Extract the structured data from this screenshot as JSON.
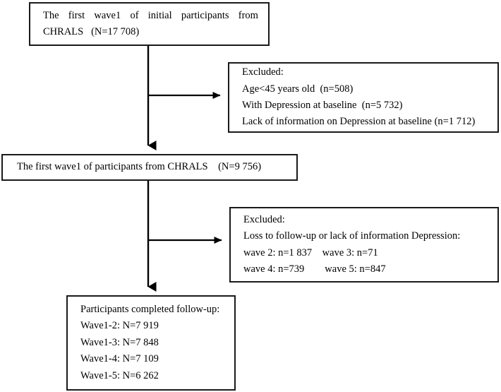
{
  "diagram": {
    "title": "CHRALS participant flow diagram",
    "line_color": "#1a1a1a",
    "background": "#ffffff"
  },
  "boxes": {
    "initial": {
      "name": "initial-participants-box",
      "line1_a": "The",
      "line1_b": "first",
      "line1_c": "wave1",
      "line1_d": "of",
      "line1_e": "initial",
      "line1_f": "participants",
      "line1_g": "from",
      "line2": "CHRALS   (N=17 708)"
    },
    "excluded_1": {
      "name": "excluded-box-1",
      "heading": "Excluded:",
      "items": [
        "Age<45 years old  (n=508)",
        "With Depression at baseline  (n=5 732)",
        "Lack of information on Depression at baseline (n=1 712)"
      ]
    },
    "eligible": {
      "name": "eligible-participants-box",
      "text": "The first wave1 of participants from CHRALS    (N=9 756)"
    },
    "excluded_2": {
      "name": "excluded-box-2",
      "heading": "Excluded:",
      "items": [
        "Loss to follow-up or lack of information Depression:",
        "wave 2: n=1 837    wave 3: n=71",
        "wave 4: n=739        wave 5: n=847"
      ]
    },
    "completed": {
      "name": "completed-followup-box",
      "heading": "Participants completed follow-up:",
      "items": [
        "Wave1-2: N=7 919",
        "Wave1-3: N=7 848",
        "Wave1-4: N=7 109",
        "Wave1-5: N=6 262"
      ]
    }
  },
  "connectors": {
    "stem_1": "vertical-connector-initial-to-eligible",
    "branch_1": "branch-arrow-to-excluded-1",
    "stem_2": "vertical-connector-eligible-to-completed",
    "branch_2": "branch-arrow-to-excluded-2"
  }
}
